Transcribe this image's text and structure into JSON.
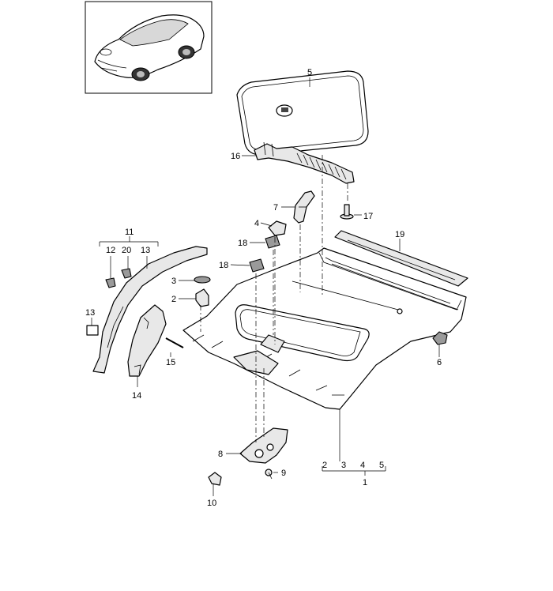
{
  "labels": {
    "l1": "1",
    "l2a": "2",
    "l2b": "2",
    "l3a": "3",
    "l3b": "3",
    "l4a": "4",
    "l4b": "4",
    "l5a": "5",
    "l5b": "5",
    "l6": "6",
    "l7": "7",
    "l8": "8",
    "l9": "9",
    "l10": "10",
    "l11": "11",
    "l12": "12",
    "l13a": "13",
    "l13b": "13",
    "l14": "14",
    "l15": "15",
    "l16": "16",
    "l17": "17",
    "l18a": "18",
    "l18b": "18",
    "l19": "19",
    "l20": "20"
  }
}
